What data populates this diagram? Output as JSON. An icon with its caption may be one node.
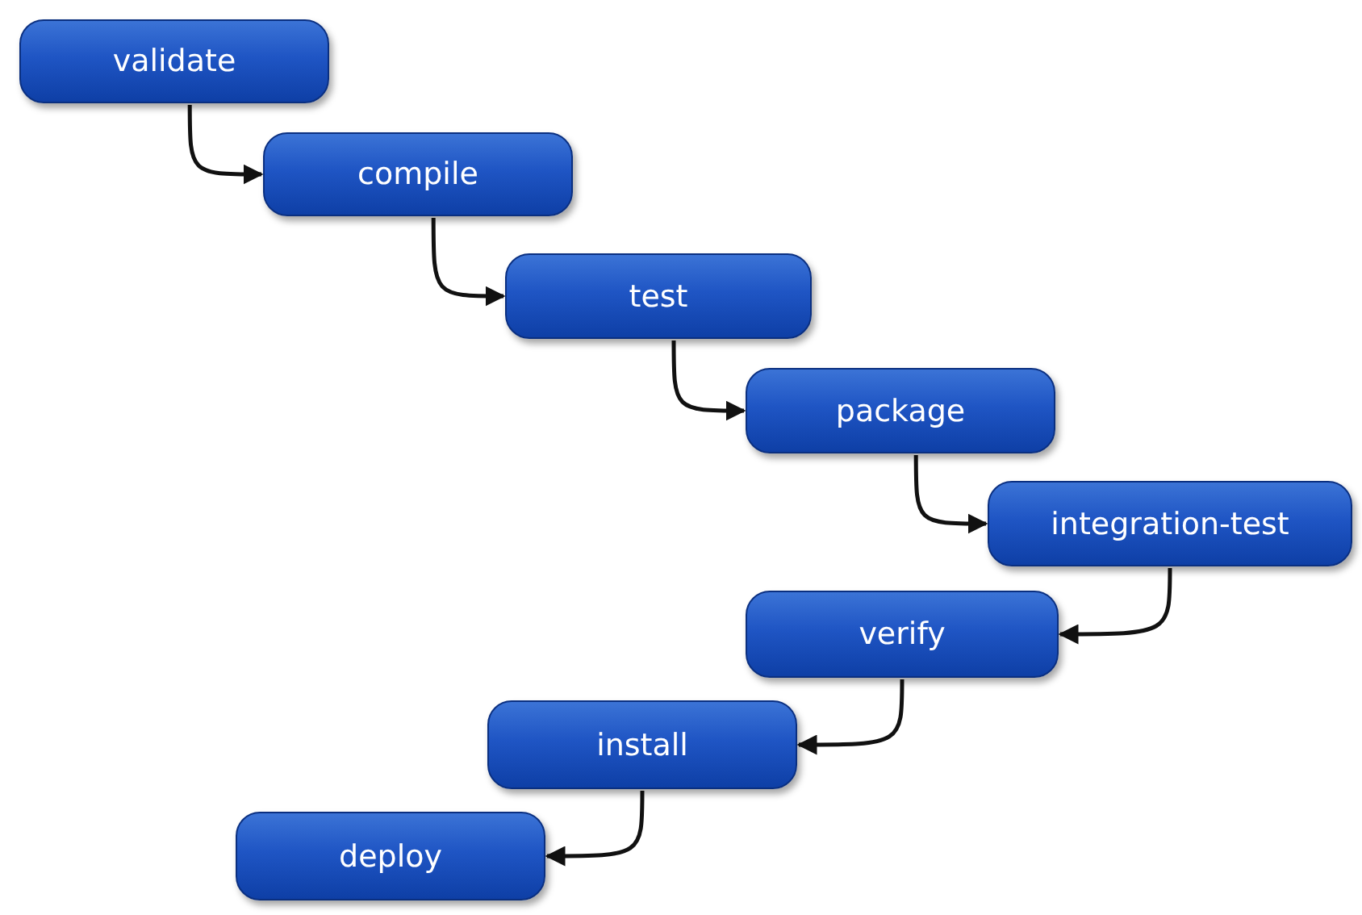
{
  "diagram": {
    "nodes": [
      {
        "text": [
          "validate"
        ]
      },
      {
        "text": [
          "compile"
        ]
      },
      {
        "text": [
          "test"
        ]
      },
      {
        "text": [
          "package"
        ]
      },
      {
        "text": [
          "integration-test"
        ]
      },
      {
        "text": [
          "verify"
        ]
      },
      {
        "text": [
          "install"
        ]
      },
      {
        "text": [
          "deploy"
        ]
      }
    ],
    "edges": [
      {
        "from": 0,
        "to": 1,
        "arrow": "to"
      },
      {
        "from": 1,
        "to": 2,
        "arrow": "to"
      },
      {
        "from": 2,
        "to": 3,
        "arrow": "to"
      },
      {
        "from": 3,
        "to": 4,
        "arrow": "to"
      },
      {
        "from": 4,
        "to": 5,
        "arrow": "to"
      },
      {
        "from": 5,
        "to": 6,
        "arrow": "to"
      },
      {
        "from": 6,
        "to": 7,
        "arrow": "to"
      }
    ]
  }
}
